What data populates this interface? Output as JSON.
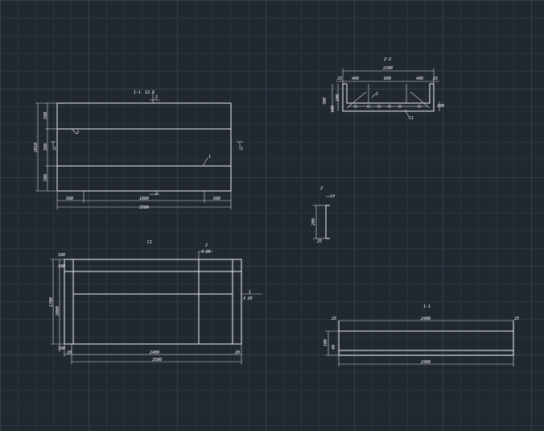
{
  "colors": {
    "background": "#212830",
    "grid_minor": "#2b3440",
    "grid_major": "#34404e",
    "lines": "#f2f2f2"
  },
  "plan": {
    "section_tag": "1-1",
    "top_label": "12.5",
    "marker": "2",
    "left_dims": [
      "2010",
      "500",
      "500",
      "500",
      "1"
    ],
    "rebar_labels": [
      "2",
      "1"
    ],
    "mid_label": "1",
    "bottom_dims": [
      "500",
      "1000",
      "500"
    ],
    "overall": "2500",
    "bottom_marker": "2"
  },
  "elevation": {
    "title": "C1",
    "marker_top": "2",
    "marker_top_label": "Ⅱ 20",
    "marker_right": "1",
    "marker_right_label": "Ⅱ 20",
    "left_dims": [
      "1700",
      "2000",
      "100",
      "100",
      "100"
    ],
    "bottom_dims": [
      "2400",
      "20",
      "20"
    ],
    "overall": "2500"
  },
  "section22": {
    "title": "2-2",
    "top_overall": "2200",
    "top_dims": [
      "400",
      "800",
      "400"
    ],
    "edge_labels": [
      "25",
      "25"
    ],
    "left_dims": [
      "300",
      "100",
      "100"
    ],
    "right_dim": "100",
    "rebar_label": "1",
    "link_label": "C1"
  },
  "detail": {
    "title": "2",
    "dims": [
      "14",
      "200",
      "25"
    ]
  },
  "section11": {
    "title": "1-1",
    "top_dim": "2400",
    "edge_labels": [
      "25",
      "25"
    ],
    "left_dims": [
      "100",
      "40"
    ],
    "bottom_dim": "2400"
  }
}
